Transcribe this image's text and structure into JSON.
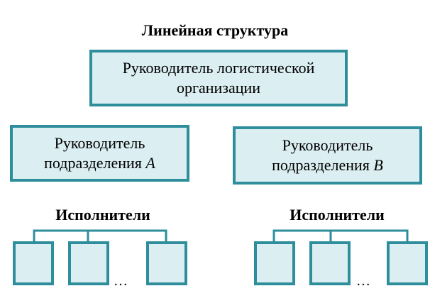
{
  "title": "Линейная структура",
  "boxes": {
    "head": {
      "line1": "Руководитель логистической",
      "line2": "организации"
    },
    "unit_a": {
      "line1": "Руководитель",
      "line2_text": "подразделения ",
      "line2_letter": "A"
    },
    "unit_b": {
      "line1": "Руководитель",
      "line2_text": "подразделения ",
      "line2_letter": "B"
    }
  },
  "executors": {
    "left_label": "Исполнители",
    "right_label": "Исполнители",
    "ellipsis": "…"
  },
  "colors": {
    "box_fill": "#dbeef2",
    "box_border": "#2e8e9c",
    "connector": "#2e8e9c"
  }
}
